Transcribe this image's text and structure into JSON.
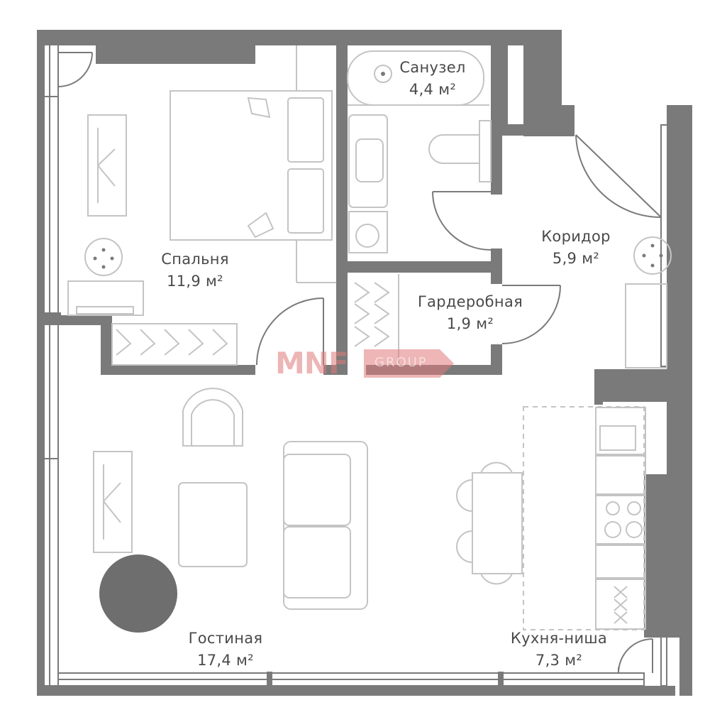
{
  "rooms": {
    "bathroom": {
      "name": "Санузел",
      "area": "4,4 м²"
    },
    "corridor": {
      "name": "Коридор",
      "area": "5,9 м²"
    },
    "bedroom": {
      "name": "Спальня",
      "area": "11,9 м²"
    },
    "wardrobe": {
      "name": "Гардеробная",
      "area": "1,9 м²"
    },
    "living": {
      "name": "Гостиная",
      "area": "17,4 м²"
    },
    "kitchen": {
      "name": "Кухня-ниша",
      "area": "7,3 м²"
    }
  },
  "logo": {
    "mark": "MNF",
    "word": "GROUP"
  },
  "colors": {
    "wall": "#7a7a7a",
    "furniture": "#c4c4c4",
    "text": "#4a4a4a",
    "logo": "#e07a7a",
    "accent_circle": "#6e6e6e"
  }
}
